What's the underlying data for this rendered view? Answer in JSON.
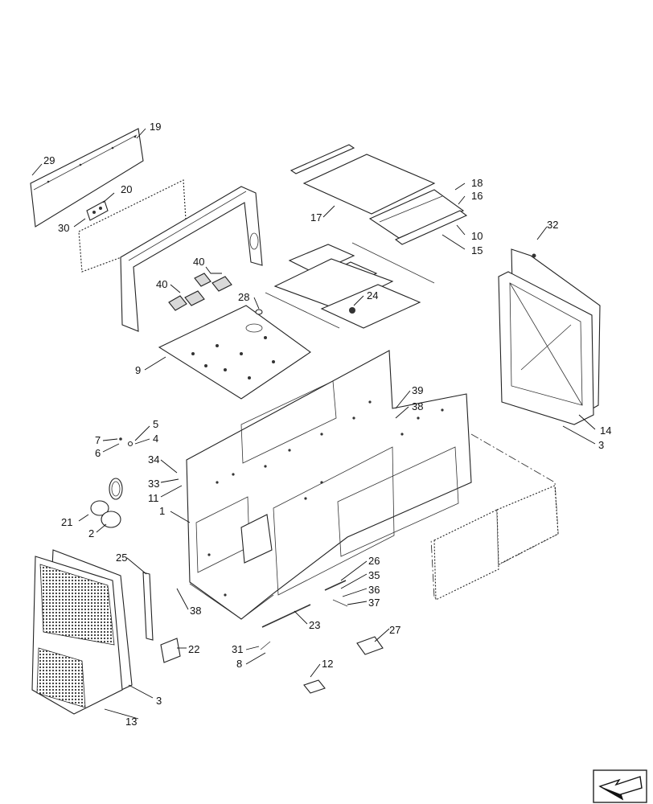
{
  "diagram": {
    "type": "exploded-parts-view",
    "callouts": [
      {
        "id": "c19",
        "label": "19"
      },
      {
        "id": "c29",
        "label": "29"
      },
      {
        "id": "c20",
        "label": "20"
      },
      {
        "id": "c30",
        "label": "30"
      },
      {
        "id": "c40a",
        "label": "40"
      },
      {
        "id": "c40b",
        "label": "40"
      },
      {
        "id": "c28",
        "label": "28"
      },
      {
        "id": "c9",
        "label": "9"
      },
      {
        "id": "c17",
        "label": "17"
      },
      {
        "id": "c18",
        "label": "18"
      },
      {
        "id": "c16",
        "label": "16"
      },
      {
        "id": "c10",
        "label": "10"
      },
      {
        "id": "c15",
        "label": "15"
      },
      {
        "id": "c24",
        "label": "24"
      },
      {
        "id": "c32",
        "label": "32"
      },
      {
        "id": "c14",
        "label": "14"
      },
      {
        "id": "c3a",
        "label": "3"
      },
      {
        "id": "c39",
        "label": "39"
      },
      {
        "id": "c38a",
        "label": "38"
      },
      {
        "id": "c5",
        "label": "5"
      },
      {
        "id": "c7",
        "label": "7"
      },
      {
        "id": "c4",
        "label": "4"
      },
      {
        "id": "c6",
        "label": "6"
      },
      {
        "id": "c34",
        "label": "34"
      },
      {
        "id": "c33",
        "label": "33"
      },
      {
        "id": "c11",
        "label": "11"
      },
      {
        "id": "c1",
        "label": "1"
      },
      {
        "id": "c21",
        "label": "21"
      },
      {
        "id": "c2",
        "label": "2"
      },
      {
        "id": "c25",
        "label": "25"
      },
      {
        "id": "c38b",
        "label": "38"
      },
      {
        "id": "c26",
        "label": "26"
      },
      {
        "id": "c35",
        "label": "35"
      },
      {
        "id": "c36",
        "label": "36"
      },
      {
        "id": "c37",
        "label": "37"
      },
      {
        "id": "c23",
        "label": "23"
      },
      {
        "id": "c27",
        "label": "27"
      },
      {
        "id": "c22",
        "label": "22"
      },
      {
        "id": "c31",
        "label": "31"
      },
      {
        "id": "c8",
        "label": "8"
      },
      {
        "id": "c12",
        "label": "12"
      },
      {
        "id": "c3b",
        "label": "3"
      },
      {
        "id": "c13",
        "label": "13"
      }
    ]
  }
}
